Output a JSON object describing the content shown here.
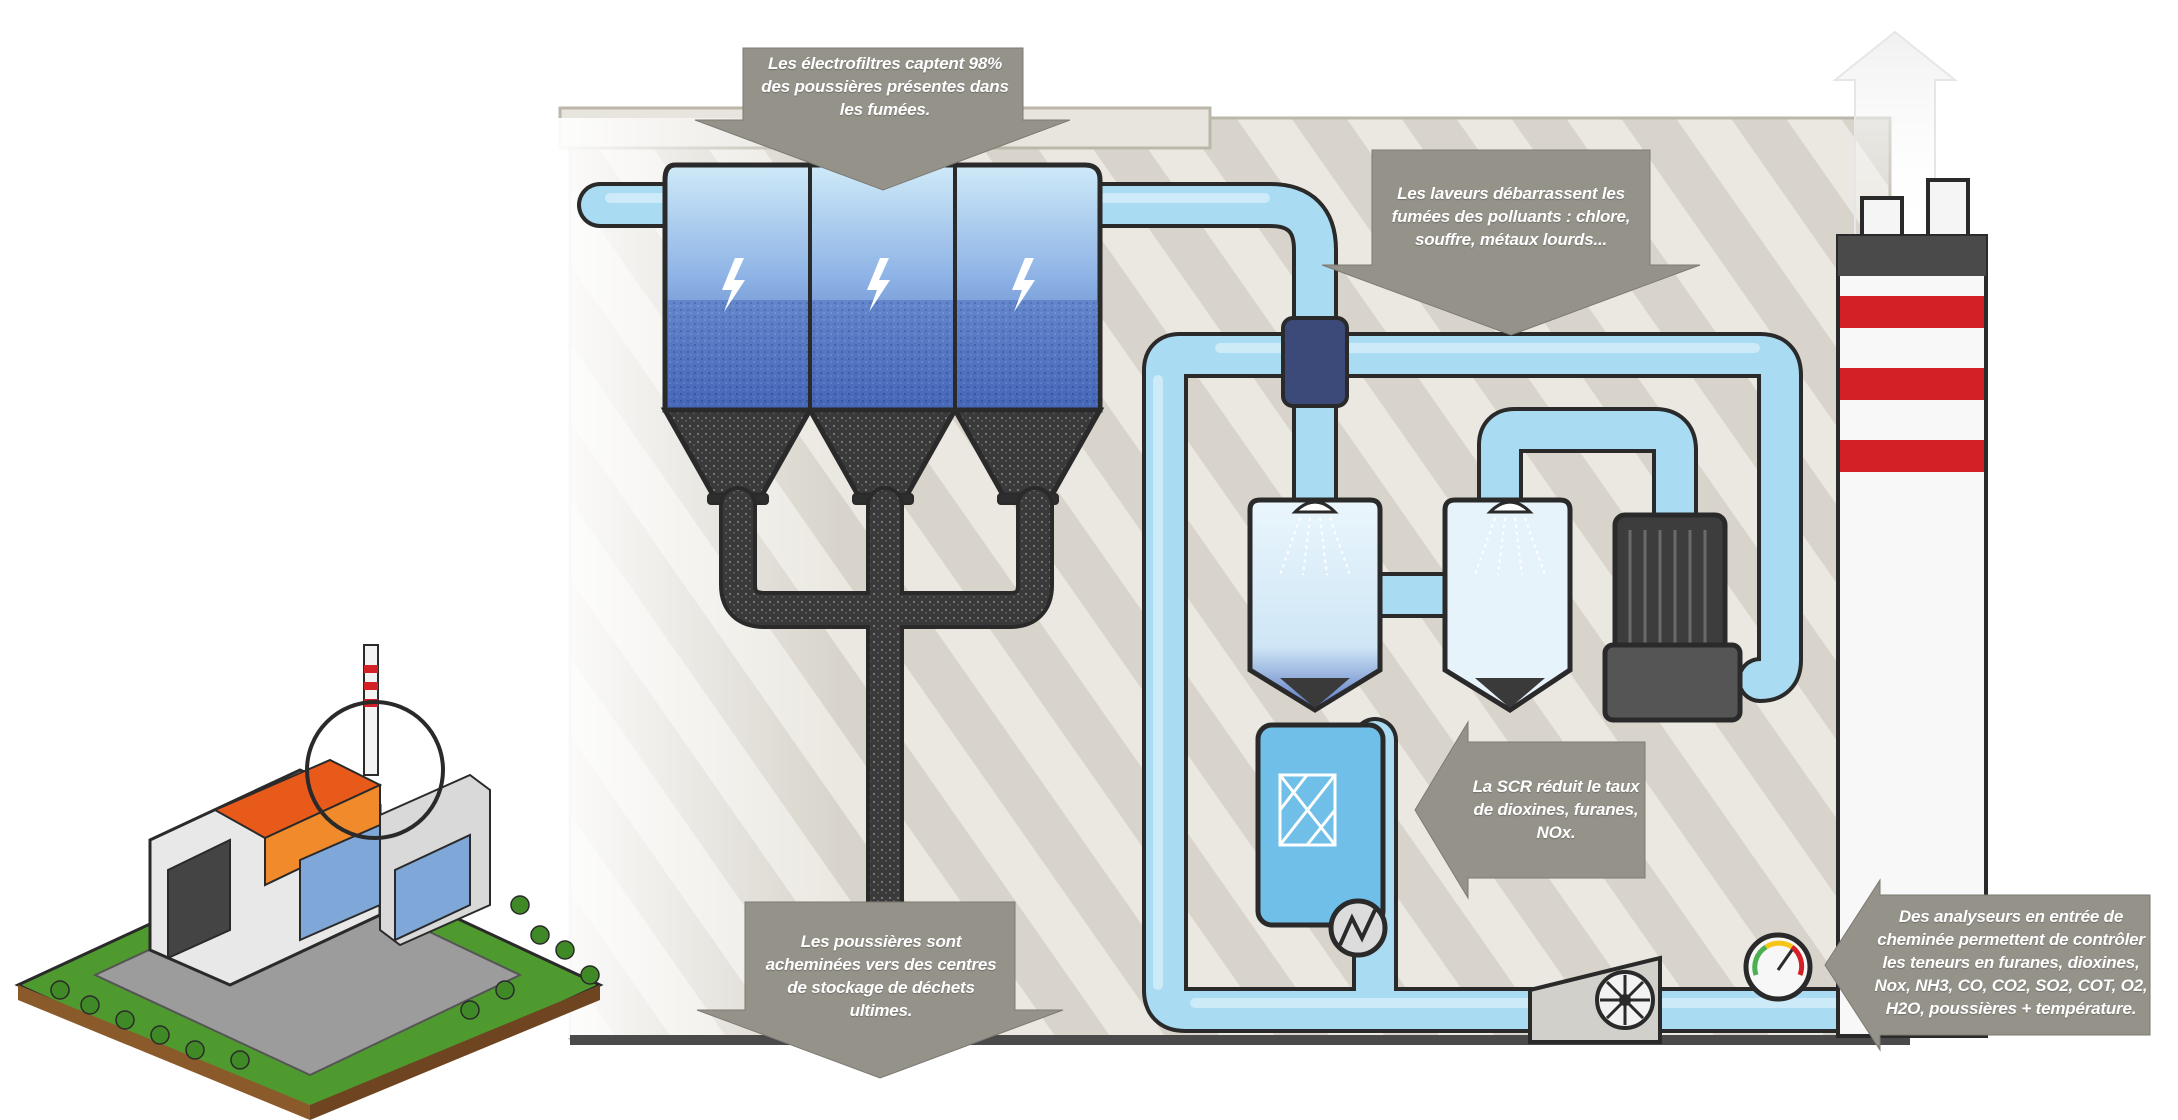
{
  "colors": {
    "callout_grey": "#95928a",
    "pipe_blue": "#a9dbf3",
    "pipe_outline": "#2a2a2a",
    "filter_blue": "#3d5fb0",
    "dust_dark": "#3a3a3a",
    "chimney_red": "#d32026",
    "ground_green": "#4f9a2e"
  },
  "icons": [
    "lightning-icon",
    "spray-nozzle-icon",
    "heat-exchanger-icon",
    "fan-icon",
    "gauge-icon",
    "catalyst-grid-icon",
    "up-arrow-icon"
  ],
  "callouts": {
    "electrofilters": "Les électrofiltres captent 98% des poussières présentes dans les fumées.",
    "scrubbers": "Les laveurs débarrassent les fumées des polluants : chlore, souffre, métaux lourds...",
    "scr": "La SCR réduit le taux de dioxines, furanes, NOx.",
    "dust_storage": "Les poussières sont acheminées vers des centres de stockage de déchets ultimes.",
    "analyzers": "Des analyseurs en entrée de cheminée permettent de contrôler les teneurs en furanes, dioxines, Nox, NH3, CO, CO2, SO2, COT, O2, H2O, poussières + température."
  }
}
